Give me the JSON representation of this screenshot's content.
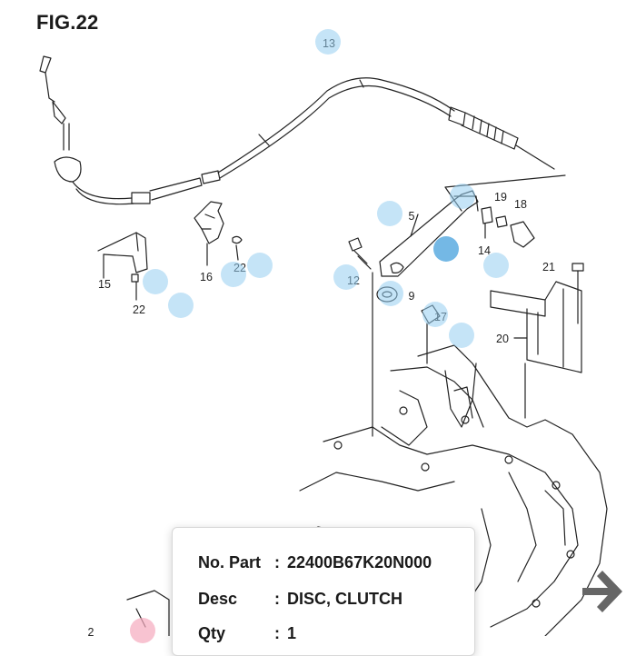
{
  "figure": {
    "title": "FIG.22",
    "callouts": [
      {
        "id": "13",
        "label": "13"
      },
      {
        "id": "5",
        "label": "5"
      },
      {
        "id": "19",
        "label": "19"
      },
      {
        "id": "18",
        "label": "18"
      },
      {
        "id": "14",
        "label": "14"
      },
      {
        "id": "21",
        "label": "21"
      },
      {
        "id": "12",
        "label": "12"
      },
      {
        "id": "9",
        "label": "9"
      },
      {
        "id": "17",
        "label": "17"
      },
      {
        "id": "20",
        "label": "20"
      },
      {
        "id": "15",
        "label": "15"
      },
      {
        "id": "16",
        "label": "16"
      },
      {
        "id": "22a",
        "label": "22"
      },
      {
        "id": "22b",
        "label": "22"
      },
      {
        "id": "2",
        "label": "2"
      }
    ]
  },
  "part_info": {
    "part_no_label": "No. Part",
    "part_no_value": "22400B67K20N000",
    "desc_label": "Desc",
    "desc_value": "DISC, CLUTCH",
    "qty_label": "Qty",
    "qty_value": "1",
    "separator": ":"
  },
  "navigation": {
    "next_icon": "arrow-right-icon"
  },
  "colors": {
    "hotspot": "#96cdf0",
    "hotspot_active": "#46a0dc",
    "hotspot_pink": "#f5aabe",
    "line": "#222222"
  }
}
